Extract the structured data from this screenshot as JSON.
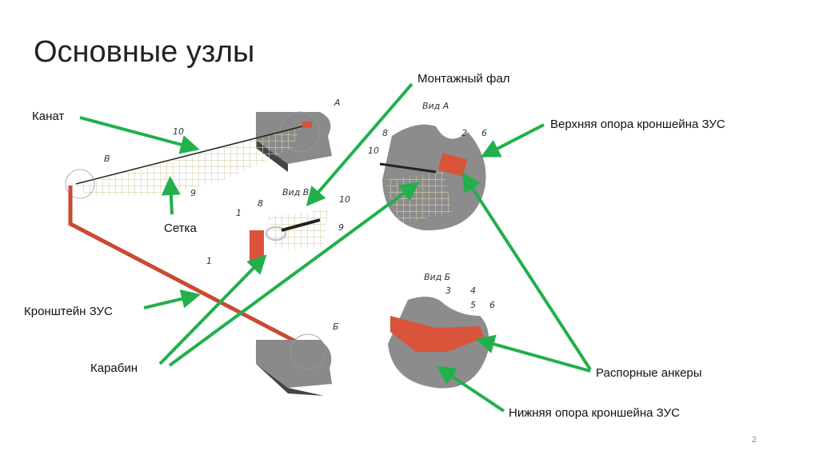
{
  "title": "Основные узлы",
  "labels": {
    "kanat": "Канат",
    "setka": "Сетка",
    "kronshtein": "Кронштейн ЗУС",
    "karabin": "Карабин",
    "montazh": "Монтажный фал",
    "verkh": "Верхняя опора кроншейна ЗУС",
    "ankery": "Распорные анкеры",
    "nizh": "Нижняя опора кроншейна ЗУС"
  },
  "drawing": {
    "callout_a": "А",
    "callout_b": "Б",
    "callout_v": "В",
    "view_a": "Вид А",
    "view_v": "Вид В",
    "view_b": "Вид Б",
    "n1": "1",
    "n2": "2",
    "n3": "3",
    "n4": "4",
    "n5": "5",
    "n6": "6",
    "n8": "8",
    "n9": "9",
    "n10": "10"
  },
  "page_number": "2",
  "colors": {
    "arrow": "#21b04b",
    "bracket": "#d9543a",
    "concrete": "#8a8a8a"
  }
}
